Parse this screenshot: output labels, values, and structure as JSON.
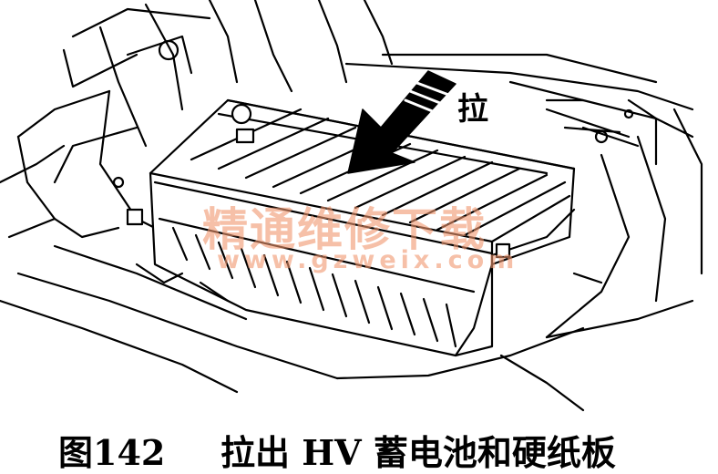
{
  "figure": {
    "arrow_label": "拉",
    "watermark_cn": "精通维修下载",
    "watermark_url": "www.gzweix.com"
  },
  "caption": {
    "number": "图142",
    "text": "拉出 HV 蓄电池和硬纸板"
  }
}
